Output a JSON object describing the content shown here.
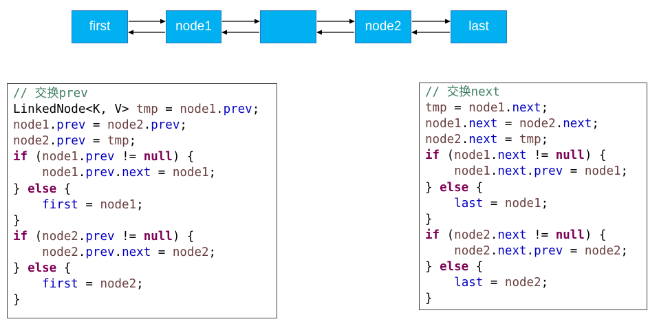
{
  "diagram": {
    "nodes": [
      {
        "id": "first",
        "label": "first"
      },
      {
        "id": "node1",
        "label": "node1"
      },
      {
        "id": "mid",
        "label": ""
      },
      {
        "id": "node2",
        "label": "node2"
      },
      {
        "id": "last",
        "label": "last"
      }
    ],
    "node_color": "#00b0f0",
    "edges": "bidirectional"
  },
  "code_prev": {
    "lines": [
      [
        {
          "c": "c",
          "t": "// 交换prev"
        }
      ],
      [
        {
          "c": "t",
          "t": "LinkedNode<K, V> "
        },
        {
          "c": "v",
          "t": "tmp"
        },
        {
          "c": "p",
          "t": " = "
        },
        {
          "c": "v",
          "t": "node1"
        },
        {
          "c": "p",
          "t": "."
        },
        {
          "c": "f",
          "t": "prev"
        },
        {
          "c": "p",
          "t": ";"
        }
      ],
      [
        {
          "c": "v",
          "t": "node1"
        },
        {
          "c": "p",
          "t": "."
        },
        {
          "c": "f",
          "t": "prev"
        },
        {
          "c": "p",
          "t": " = "
        },
        {
          "c": "v",
          "t": "node2"
        },
        {
          "c": "p",
          "t": "."
        },
        {
          "c": "f",
          "t": "prev"
        },
        {
          "c": "p",
          "t": ";"
        }
      ],
      [
        {
          "c": "v",
          "t": "node2"
        },
        {
          "c": "p",
          "t": "."
        },
        {
          "c": "f",
          "t": "prev"
        },
        {
          "c": "p",
          "t": " = "
        },
        {
          "c": "v",
          "t": "tmp"
        },
        {
          "c": "p",
          "t": ";"
        }
      ],
      [
        {
          "c": "k",
          "t": "if"
        },
        {
          "c": "p",
          "t": " ("
        },
        {
          "c": "v",
          "t": "node1"
        },
        {
          "c": "p",
          "t": "."
        },
        {
          "c": "f",
          "t": "prev"
        },
        {
          "c": "p",
          "t": " != "
        },
        {
          "c": "k",
          "t": "null"
        },
        {
          "c": "p",
          "t": ") {"
        }
      ],
      [
        {
          "c": "p",
          "t": "    "
        },
        {
          "c": "v",
          "t": "node1"
        },
        {
          "c": "p",
          "t": "."
        },
        {
          "c": "f",
          "t": "prev"
        },
        {
          "c": "p",
          "t": "."
        },
        {
          "c": "f",
          "t": "next"
        },
        {
          "c": "p",
          "t": " = "
        },
        {
          "c": "v",
          "t": "node1"
        },
        {
          "c": "p",
          "t": ";"
        }
      ],
      [
        {
          "c": "p",
          "t": "} "
        },
        {
          "c": "k",
          "t": "else"
        },
        {
          "c": "p",
          "t": " {"
        }
      ],
      [
        {
          "c": "p",
          "t": "    "
        },
        {
          "c": "f",
          "t": "first"
        },
        {
          "c": "p",
          "t": " = "
        },
        {
          "c": "v",
          "t": "node1"
        },
        {
          "c": "p",
          "t": ";"
        }
      ],
      [
        {
          "c": "p",
          "t": "}"
        }
      ],
      [
        {
          "c": "k",
          "t": "if"
        },
        {
          "c": "p",
          "t": " ("
        },
        {
          "c": "v",
          "t": "node2"
        },
        {
          "c": "p",
          "t": "."
        },
        {
          "c": "f",
          "t": "prev"
        },
        {
          "c": "p",
          "t": " != "
        },
        {
          "c": "k",
          "t": "null"
        },
        {
          "c": "p",
          "t": ") {"
        }
      ],
      [
        {
          "c": "p",
          "t": "    "
        },
        {
          "c": "v",
          "t": "node2"
        },
        {
          "c": "p",
          "t": "."
        },
        {
          "c": "f",
          "t": "prev"
        },
        {
          "c": "p",
          "t": "."
        },
        {
          "c": "f",
          "t": "next"
        },
        {
          "c": "p",
          "t": " = "
        },
        {
          "c": "v",
          "t": "node2"
        },
        {
          "c": "p",
          "t": ";"
        }
      ],
      [
        {
          "c": "p",
          "t": "} "
        },
        {
          "c": "k",
          "t": "else"
        },
        {
          "c": "p",
          "t": " {"
        }
      ],
      [
        {
          "c": "p",
          "t": "    "
        },
        {
          "c": "f",
          "t": "first"
        },
        {
          "c": "p",
          "t": " = "
        },
        {
          "c": "v",
          "t": "node2"
        },
        {
          "c": "p",
          "t": ";"
        }
      ],
      [
        {
          "c": "p",
          "t": "}"
        }
      ]
    ]
  },
  "code_next": {
    "lines": [
      [
        {
          "c": "c",
          "t": "// 交换next"
        }
      ],
      [
        {
          "c": "v",
          "t": "tmp"
        },
        {
          "c": "p",
          "t": " = "
        },
        {
          "c": "v",
          "t": "node1"
        },
        {
          "c": "p",
          "t": "."
        },
        {
          "c": "f",
          "t": "next"
        },
        {
          "c": "p",
          "t": ";"
        }
      ],
      [
        {
          "c": "v",
          "t": "node1"
        },
        {
          "c": "p",
          "t": "."
        },
        {
          "c": "f",
          "t": "next"
        },
        {
          "c": "p",
          "t": " = "
        },
        {
          "c": "v",
          "t": "node2"
        },
        {
          "c": "p",
          "t": "."
        },
        {
          "c": "f",
          "t": "next"
        },
        {
          "c": "p",
          "t": ";"
        }
      ],
      [
        {
          "c": "v",
          "t": "node2"
        },
        {
          "c": "p",
          "t": "."
        },
        {
          "c": "f",
          "t": "next"
        },
        {
          "c": "p",
          "t": " = "
        },
        {
          "c": "v",
          "t": "tmp"
        },
        {
          "c": "p",
          "t": ";"
        }
      ],
      [
        {
          "c": "k",
          "t": "if"
        },
        {
          "c": "p",
          "t": " ("
        },
        {
          "c": "v",
          "t": "node1"
        },
        {
          "c": "p",
          "t": "."
        },
        {
          "c": "f",
          "t": "next"
        },
        {
          "c": "p",
          "t": " != "
        },
        {
          "c": "k",
          "t": "null"
        },
        {
          "c": "p",
          "t": ") {"
        }
      ],
      [
        {
          "c": "p",
          "t": "    "
        },
        {
          "c": "v",
          "t": "node1"
        },
        {
          "c": "p",
          "t": "."
        },
        {
          "c": "f",
          "t": "next"
        },
        {
          "c": "p",
          "t": "."
        },
        {
          "c": "f",
          "t": "prev"
        },
        {
          "c": "p",
          "t": " = "
        },
        {
          "c": "v",
          "t": "node1"
        },
        {
          "c": "p",
          "t": ";"
        }
      ],
      [
        {
          "c": "p",
          "t": "} "
        },
        {
          "c": "k",
          "t": "else"
        },
        {
          "c": "p",
          "t": " {"
        }
      ],
      [
        {
          "c": "p",
          "t": "    "
        },
        {
          "c": "f",
          "t": "last"
        },
        {
          "c": "p",
          "t": " = "
        },
        {
          "c": "v",
          "t": "node1"
        },
        {
          "c": "p",
          "t": ";"
        }
      ],
      [
        {
          "c": "p",
          "t": "}"
        }
      ],
      [
        {
          "c": "k",
          "t": "if"
        },
        {
          "c": "p",
          "t": " ("
        },
        {
          "c": "v",
          "t": "node2"
        },
        {
          "c": "p",
          "t": "."
        },
        {
          "c": "f",
          "t": "next"
        },
        {
          "c": "p",
          "t": " != "
        },
        {
          "c": "k",
          "t": "null"
        },
        {
          "c": "p",
          "t": ") {"
        }
      ],
      [
        {
          "c": "p",
          "t": "    "
        },
        {
          "c": "v",
          "t": "node2"
        },
        {
          "c": "p",
          "t": "."
        },
        {
          "c": "f",
          "t": "next"
        },
        {
          "c": "p",
          "t": "."
        },
        {
          "c": "f",
          "t": "prev"
        },
        {
          "c": "p",
          "t": " = "
        },
        {
          "c": "v",
          "t": "node2"
        },
        {
          "c": "p",
          "t": ";"
        }
      ],
      [
        {
          "c": "p",
          "t": "} "
        },
        {
          "c": "k",
          "t": "else"
        },
        {
          "c": "p",
          "t": " {"
        }
      ],
      [
        {
          "c": "p",
          "t": "    "
        },
        {
          "c": "f",
          "t": "last"
        },
        {
          "c": "p",
          "t": " = "
        },
        {
          "c": "v",
          "t": "node2"
        },
        {
          "c": "p",
          "t": ";"
        }
      ],
      [
        {
          "c": "p",
          "t": "}"
        }
      ]
    ]
  }
}
